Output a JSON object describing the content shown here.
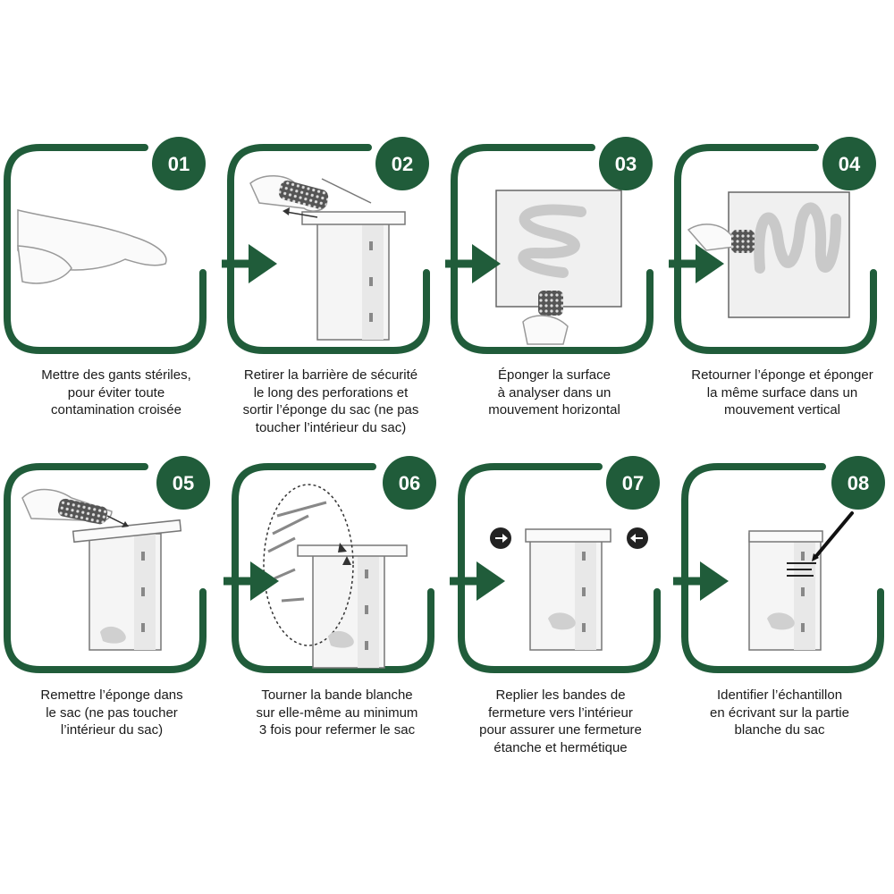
{
  "theme": {
    "accent": "#205c3a",
    "accent_light": "#cfe3d6",
    "ink": "#1a1a1a",
    "bag": "#f2f2f2"
  },
  "steps": [
    {
      "number": "01",
      "illustration": "gloves-icon",
      "caption": [
        "Mettre des gants stériles,",
        "pour éviter toute",
        "contamination croisée"
      ]
    },
    {
      "number": "02",
      "illustration": "open-bag-icon",
      "caption": [
        "Retirer la barrière de sécurité",
        "le long des perforations et",
        "sortir l’éponge du sac (ne pas",
        "toucher l’intérieur du sac)"
      ]
    },
    {
      "number": "03",
      "illustration": "horizontal-swab-icon",
      "caption": [
        "Éponger la surface",
        "à analyser dans un",
        "mouvement horizontal"
      ]
    },
    {
      "number": "04",
      "illustration": "vertical-swab-icon",
      "caption": [
        "Retourner l’éponge et éponger",
        "la même surface dans un",
        "mouvement vertical"
      ]
    },
    {
      "number": "05",
      "illustration": "return-sponge-icon",
      "caption": [
        "Remettre l’éponge dans",
        "le sac (ne pas toucher",
        "l’intérieur du sac)"
      ]
    },
    {
      "number": "06",
      "illustration": "roll-band-icon",
      "caption": [
        "Tourner la bande blanche",
        "sur elle-même au minimum",
        "3 fois pour refermer le sac"
      ]
    },
    {
      "number": "07",
      "illustration": "fold-tabs-icon",
      "caption": [
        "Replier les bandes de",
        "fermeture vers l’intérieur",
        "pour assurer une fermeture",
        "étanche et hermétique"
      ]
    },
    {
      "number": "08",
      "illustration": "write-label-icon",
      "caption": [
        "Identifier l’échantillon",
        "en écrivant sur la partie",
        "blanche du sac"
      ]
    }
  ]
}
